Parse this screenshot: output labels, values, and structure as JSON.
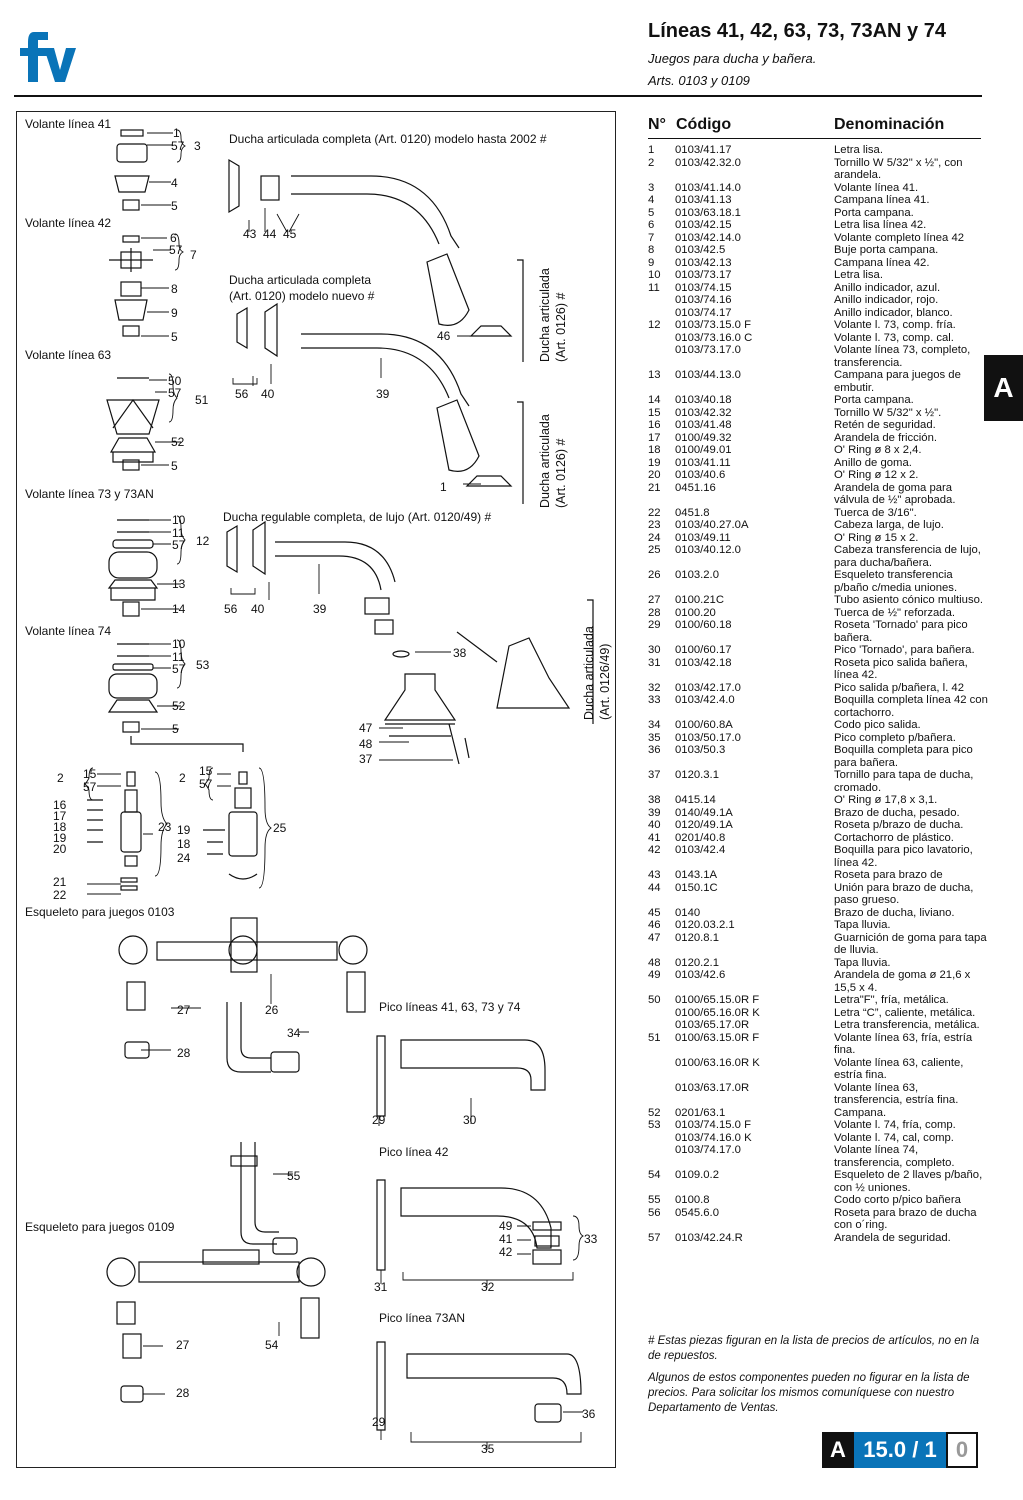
{
  "brand": {
    "logo_name": "fv-logo-icon",
    "accent": "#0a74b8"
  },
  "header": {
    "title": "Líneas 41, 42, 63, 73, 73AN y 74",
    "subtitle": "Juegos para ducha y bañera.",
    "arts": "Arts. 0103 y 0109"
  },
  "diagram": {
    "labels": {
      "volante41": "Volante línea 41",
      "volante42": "Volante línea 42",
      "volante63": "Volante línea 63",
      "volante73": "Volante línea 73 y 73AN",
      "volante74": "Volante línea 74",
      "ducha_art_2002": "Ducha articulada completa (Art. 0120) modelo hasta 2002 #",
      "ducha_art_nuevo_1": "Ducha articulada completa",
      "ducha_art_nuevo_2": "(Art. 0120) modelo nuevo #",
      "ducha_regulable": "Ducha regulable completa, de lujo (Art. 0120/49) #",
      "side1_a": "Ducha articulada",
      "side1_b": "(Art.  0126) #",
      "side2_a": "Ducha articulada",
      "side2_b": "(Art.  0126) #",
      "side3_a": "Ducha articulada",
      "side3_b": "(Art. 0126/49)",
      "esqueleto0103": "Esqueleto para juegos 0103",
      "esqueleto0109": "Esqueleto para juegos 0109",
      "pico41": "Pico líneas 41, 63, 73 y 74",
      "pico42": "Pico línea 42",
      "pico73an": "Pico línea 73AN"
    },
    "nums": {
      "n1a": "1",
      "n57a": "57",
      "n3": "3",
      "n4": "4",
      "n5a": "5",
      "n6": "6",
      "n57b": "57",
      "n7": "7",
      "n8": "8",
      "n9": "9",
      "n5b": "5",
      "n50": "50",
      "n57c": "57",
      "n51": "51",
      "n52a": "52",
      "n5c": "5",
      "n10a": "10",
      "n11a": "11",
      "n57d": "57",
      "n12": "12",
      "n13": "13",
      "n14": "14",
      "n10b": "10",
      "n11b": "11",
      "n57e": "57",
      "n53": "53",
      "n52b": "52",
      "n5d": "5",
      "n43": "43",
      "n44": "44",
      "n45": "45",
      "n46": "46",
      "n56a": "56",
      "n40a": "40",
      "n39a": "39",
      "n1b": "1",
      "n56b": "56",
      "n40b": "40",
      "n39b": "39",
      "n38": "38",
      "n47": "47",
      "n48": "48",
      "n37": "37",
      "n2a": "2",
      "n15a": "15",
      "n57f": "57",
      "n16": "16",
      "n17": "17",
      "n18a": "18",
      "n19a": "19",
      "n20": "20",
      "n23": "23",
      "n21": "21",
      "n22": "22",
      "n2b": "2",
      "n15b": "15",
      "n57g": "57",
      "n19b": "19",
      "n18b": "18",
      "n24": "24",
      "n25": "25",
      "n26": "26",
      "n27a": "27",
      "n28a": "28",
      "n34": "34",
      "n29a": "29",
      "n30": "30",
      "n55": "55",
      "n49": "49",
      "n41": "41",
      "n42": "42",
      "n33": "33",
      "n31": "31",
      "n32": "32",
      "n27b": "27",
      "n54": "54",
      "n28b": "28",
      "n29b": "29",
      "n36": "36",
      "n35": "35"
    }
  },
  "table": {
    "head_n": "N°",
    "head_code": "Código",
    "head_desc": "Denominación",
    "rows": [
      {
        "n": "1",
        "c": "0103/41.17",
        "d": "Letra lisa."
      },
      {
        "n": "2",
        "c": "0103/42.32.0",
        "d": "Tornillo W 5/32\" x ½\", con arandela."
      },
      {
        "n": "3",
        "c": "0103/41.14.0",
        "d": "Volante línea 41."
      },
      {
        "n": "4",
        "c": "0103/41.13",
        "d": "Campana línea 41."
      },
      {
        "n": "5",
        "c": "0103/63.18.1",
        "d": "Porta campana."
      },
      {
        "n": "6",
        "c": "0103/42.15",
        "d": "Letra lisa línea 42."
      },
      {
        "n": "7",
        "c": "0103/42.14.0",
        "d": "Volante completo línea 42"
      },
      {
        "n": "8",
        "c": "0103/42.5",
        "d": "Buje porta campana."
      },
      {
        "n": "9",
        "c": "0103/42.13",
        "d": "Campana línea 42."
      },
      {
        "n": "10",
        "c": "0103/73.17",
        "d": "Letra lisa."
      },
      {
        "n": "11",
        "c": "0103/74.15",
        "d": "Anillo indicador, azul."
      },
      {
        "n": "",
        "c": "0103/74.16",
        "d": "Anillo indicador, rojo."
      },
      {
        "n": "",
        "c": "0103/74.17",
        "d": "Anillo indicador, blanco."
      },
      {
        "n": "12",
        "c": "0103/73.15.0 F",
        "d": "Volante l. 73, comp. fría."
      },
      {
        "n": "",
        "c": "0103/73.16.0 C",
        "d": "Volante l. 73, comp. cal."
      },
      {
        "n": "",
        "c": "0103/73.17.0",
        "d": "Volante línea 73, completo, transferencia."
      },
      {
        "n": "13",
        "c": "0103/44.13.0",
        "d": "Campana para juegos de embutir."
      },
      {
        "n": "14",
        "c": "0103/40.18",
        "d": "Porta campana."
      },
      {
        "n": "15",
        "c": "0103/42.32",
        "d": "Tornillo W 5/32\" x ½\"."
      },
      {
        "n": "16",
        "c": "0103/41.48",
        "d": "Retén de seguridad."
      },
      {
        "n": "17",
        "c": "0100/49.32",
        "d": "Arandela de fricción."
      },
      {
        "n": "18",
        "c": "0100/49.01",
        "d": "O' Ring ø 8 x 2,4."
      },
      {
        "n": "19",
        "c": "0103/41.11",
        "d": "Anillo de goma."
      },
      {
        "n": "20",
        "c": "0103/40.6",
        "d": "O' Ring ø 12 x 2."
      },
      {
        "n": "21",
        "c": "0451.16",
        "d": "Arandela de goma para válvula de ½\" aprobada."
      },
      {
        "n": "22",
        "c": "0451.8",
        "d": "Tuerca de 3/16\"."
      },
      {
        "n": "23",
        "c": "0103/40.27.0A",
        "d": "Cabeza larga, de lujo."
      },
      {
        "n": "24",
        "c": "0103/49.11",
        "d": "O' Ring ø 15 x 2."
      },
      {
        "n": "25",
        "c": "0103/40.12.0",
        "d": "Cabeza transferencia de lujo, para ducha/bañera."
      },
      {
        "n": "26",
        "c": "0103.2.0",
        "d": "Esqueleto transferencia p/baño c/media uniones."
      },
      {
        "n": "27",
        "c": "0100.21C",
        "d": "Tubo asiento cónico multiuso."
      },
      {
        "n": "28",
        "c": "0100.20",
        "d": "Tuerca de ½\" reforzada."
      },
      {
        "n": "29",
        "c": "0100/60.18",
        "d": "Roseta 'Tornado' para pico bañera."
      },
      {
        "n": "30",
        "c": "0100/60.17",
        "d": "Pico 'Tornado', para bañera."
      },
      {
        "n": "31",
        "c": "0103/42.18",
        "d": "Roseta pico salida bañera, línea 42."
      },
      {
        "n": "32",
        "c": "0103/42.17.0",
        "d": "Pico salida p/bañera, l. 42"
      },
      {
        "n": "33",
        "c": "0103/42.4.0",
        "d": "Boquilla completa línea 42 con cortachorro."
      },
      {
        "n": "34",
        "c": "0100/60.8A",
        "d": "Codo pico salida."
      },
      {
        "n": "35",
        "c": "0103/50.17.0",
        "d": "Pico completo p/bañera."
      },
      {
        "n": "36",
        "c": "0103/50.3",
        "d": "Boquilla completa para pico para bañera."
      },
      {
        "n": "37",
        "c": "0120.3.1",
        "d": "Tornillo para tapa de ducha, cromado."
      },
      {
        "n": "38",
        "c": "0415.14",
        "d": "O' Ring ø 17,8 x 3,1."
      },
      {
        "n": "39",
        "c": "0140/49.1A",
        "d": "Brazo de ducha, pesado."
      },
      {
        "n": "40",
        "c": "0120/49.1A",
        "d": "Roseta p/brazo de ducha."
      },
      {
        "n": "41",
        "c": "0201/40.8",
        "d": "Cortachorro de plástico."
      },
      {
        "n": "42",
        "c": "0103/42.4",
        "d": "Boquilla para pico lavatorio, línea 42."
      },
      {
        "n": "43",
        "c": "0143.1A",
        "d": "Roseta para brazo de"
      },
      {
        "n": "44",
        "c": "0150.1C",
        "d": "Unión para brazo de ducha, paso grueso."
      },
      {
        "n": "45",
        "c": "0140",
        "d": "Brazo de ducha, liviano."
      },
      {
        "n": "46",
        "c": "0120.03.2.1",
        "d": "Tapa lluvia."
      },
      {
        "n": "47",
        "c": "0120.8.1",
        "d": "Guarnición de goma para tapa de lluvia."
      },
      {
        "n": "48",
        "c": "0120.2.1",
        "d": "Tapa lluvia."
      },
      {
        "n": "49",
        "c": "0103/42.6",
        "d": "Arandela de goma ø 21,6 x 15,5 x 4."
      },
      {
        "n": "50",
        "c": "0100/65.15.0R F",
        "d": "Letra\"F\", fría, metálica."
      },
      {
        "n": "",
        "c": "0100/65.16.0R K",
        "d": "Letra “C”, caliente, metálica."
      },
      {
        "n": "",
        "c": "0103/65.17.0R",
        "d": "Letra transferencia, metálica."
      },
      {
        "n": "51",
        "c": "0100/63.15.0R F",
        "d": "Volante línea 63, fría, estría fina."
      },
      {
        "n": "",
        "c": "0100/63.16.0R K",
        "d": "Volante línea 63, caliente, estría fina."
      },
      {
        "n": "",
        "c": "0103/63.17.0R",
        "d": "Volante línea 63, transferencia, estría fina."
      },
      {
        "n": "52",
        "c": "0201/63.1",
        "d": "Campana."
      },
      {
        "n": "53",
        "c": "0103/74.15.0 F",
        "d": "Volante l. 74, fría, comp."
      },
      {
        "n": "",
        "c": "0103/74.16.0 K",
        "d": "Volante l. 74, cal, comp."
      },
      {
        "n": "",
        "c": "0103/74.17.0",
        "d": "Volante línea 74, transferencia, completo."
      },
      {
        "n": "54",
        "c": "0109.0.2",
        "d": "Esqueleto de 2 llaves p/baño, con ½ uniones."
      },
      {
        "n": "55",
        "c": "0100.8",
        "d": "Codo corto p/pico bañera"
      },
      {
        "n": "56",
        "c": "0545.6.0",
        "d": "Roseta para brazo de ducha con o´ring."
      },
      {
        "n": "57",
        "c": "0103/42.24.R",
        "d": "Arandela de seguridad."
      }
    ]
  },
  "notes": {
    "note1": "# Estas piezas figuran en la lista de precios de artículos, no en la de repuestos.",
    "note2": "Algunos de estos componentes pueden no figurar en la lista de precios. Para solicitar los mismos comuníquese con nuestro Departamento de Ventas."
  },
  "side_tab": "A",
  "page": {
    "section": "A",
    "number": "15.0 / 1",
    "version": "0"
  }
}
